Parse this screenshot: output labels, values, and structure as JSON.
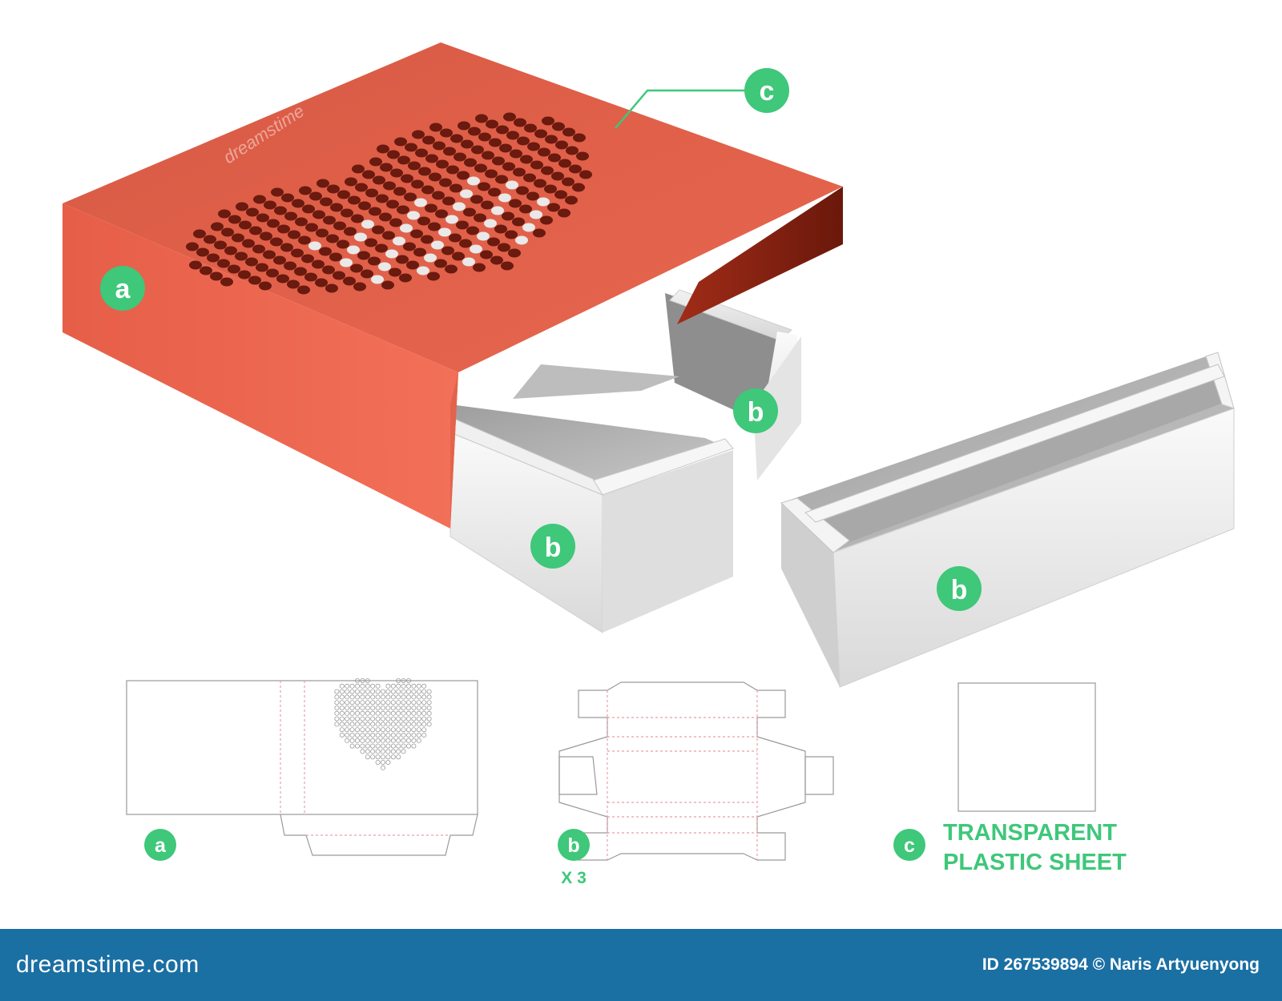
{
  "callouts": {
    "a": "a",
    "b": "b",
    "c": "c"
  },
  "legend": {
    "a_label": "a",
    "b_label": "b",
    "b_quantity": "X 3",
    "c_label": "c",
    "c_line1": "TRANSPARENT",
    "c_line2": "PLASTIC SHEET"
  },
  "watermark": {
    "text": "dreamstime"
  },
  "footer": {
    "logo": "dreamstime.com",
    "credit": "ID 267539894 © Naris Artyuenyong"
  },
  "colors": {
    "sleeve_top": "#e0614a",
    "sleeve_front": "#ef6a53",
    "sleeve_inner": "#7a1e10",
    "badge": "#3fc77a",
    "dieline": "#9a9a9a",
    "footer_bg": "#1a6fa3"
  }
}
